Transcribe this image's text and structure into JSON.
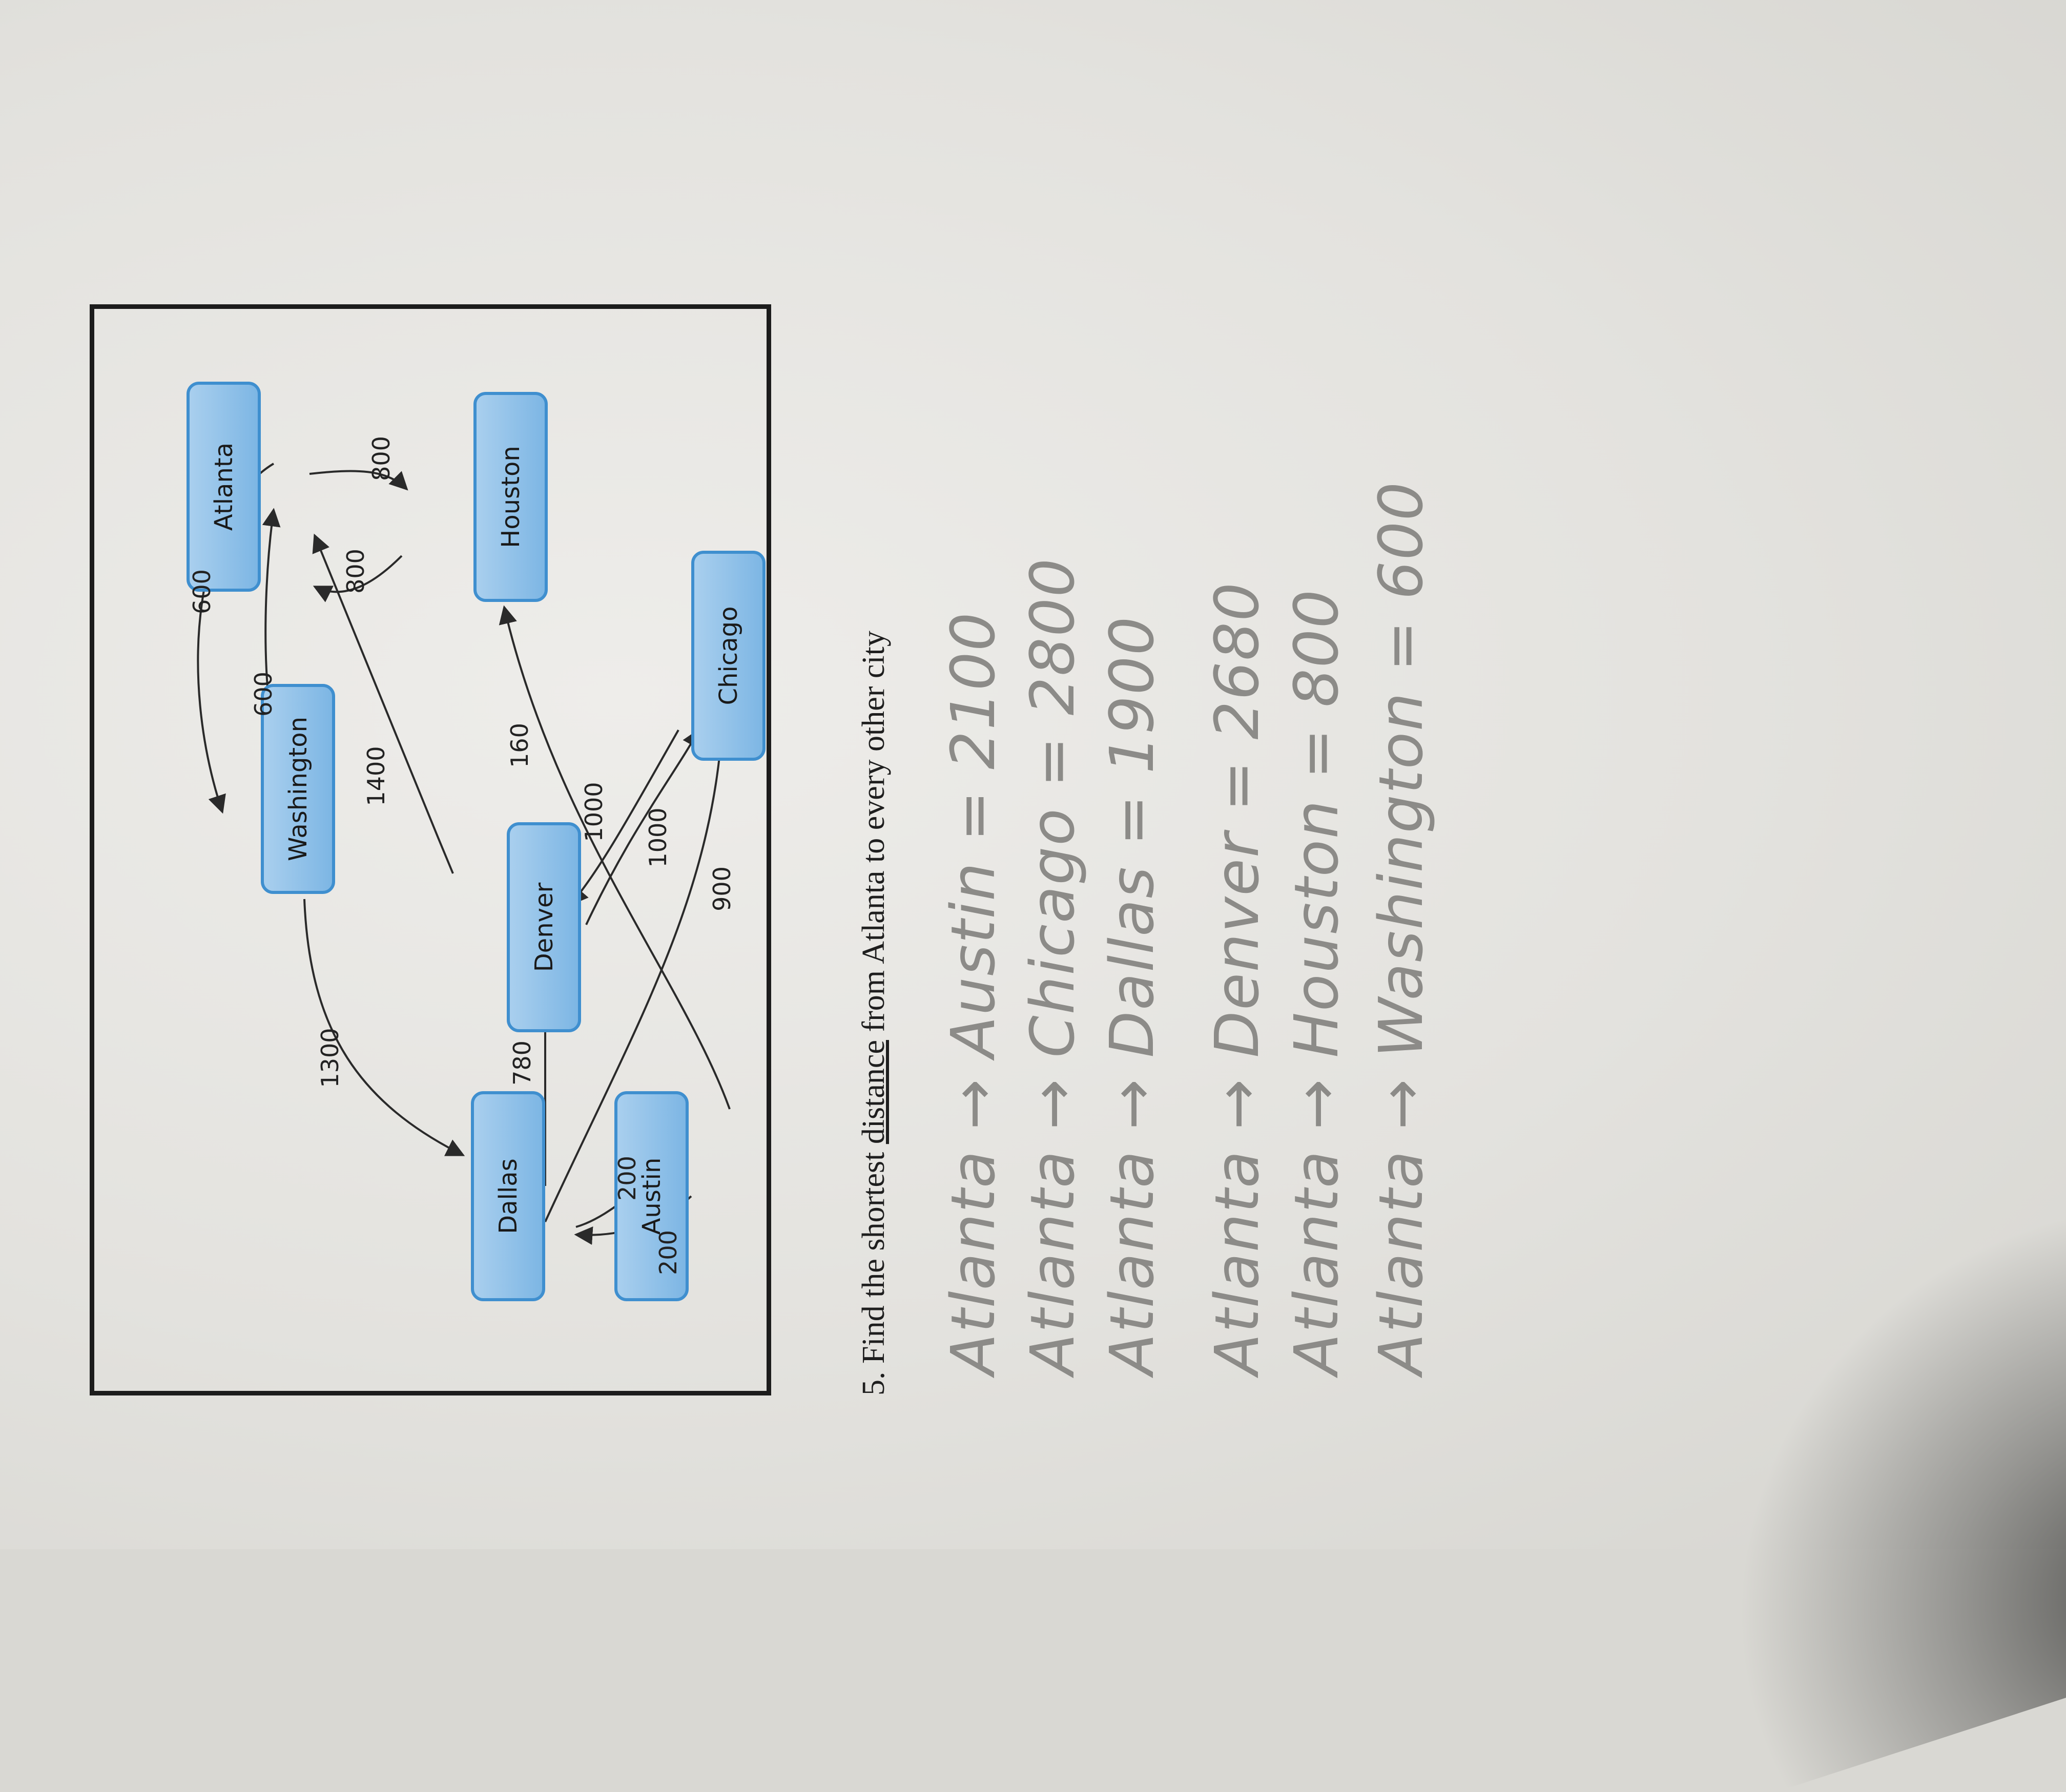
{
  "graph": {
    "nodes": {
      "austin": "Austin",
      "dallas": "Dallas",
      "denver": "Denver",
      "chicago": "Chicago",
      "houston": "Houston",
      "washington": "Washington",
      "atlanta": "Atlanta"
    },
    "edges": [
      {
        "from": "Austin",
        "to": "Dallas",
        "weight": "200"
      },
      {
        "from": "Dallas",
        "to": "Austin",
        "weight": "200"
      },
      {
        "from": "Dallas",
        "to": "Denver",
        "weight": "780"
      },
      {
        "from": "Dallas",
        "to": "Chicago",
        "weight": "900"
      },
      {
        "from": "Washington",
        "to": "Dallas",
        "weight": "1300"
      },
      {
        "from": "Denver",
        "to": "Chicago",
        "weight": "1000"
      },
      {
        "from": "Chicago",
        "to": "Denver",
        "weight": "1000"
      },
      {
        "from": "Austin",
        "to": "Houston",
        "weight": "160"
      },
      {
        "from": "Denver",
        "to": "Atlanta",
        "weight": "1400"
      },
      {
        "from": "Houston",
        "to": "Atlanta",
        "weight": "800"
      },
      {
        "from": "Atlanta",
        "to": "Houston",
        "weight": "800"
      },
      {
        "from": "Washington",
        "to": "Atlanta",
        "weight": "600"
      },
      {
        "from": "Atlanta",
        "to": "Washington",
        "weight": "600"
      }
    ]
  },
  "question": {
    "number": "5.",
    "before": "Find the shortest ",
    "underlined": "distance",
    "after": " from Atlanta to every other city"
  },
  "answers": [
    "Atlanta → Austin = 2100",
    "Atlanta → Chicago = 2800",
    "Atlanta → Dallas = 1900",
    "Atlanta → Denver = 2680",
    "Atlanta → Houston = 800",
    "Atlanta → Washington = 600"
  ]
}
